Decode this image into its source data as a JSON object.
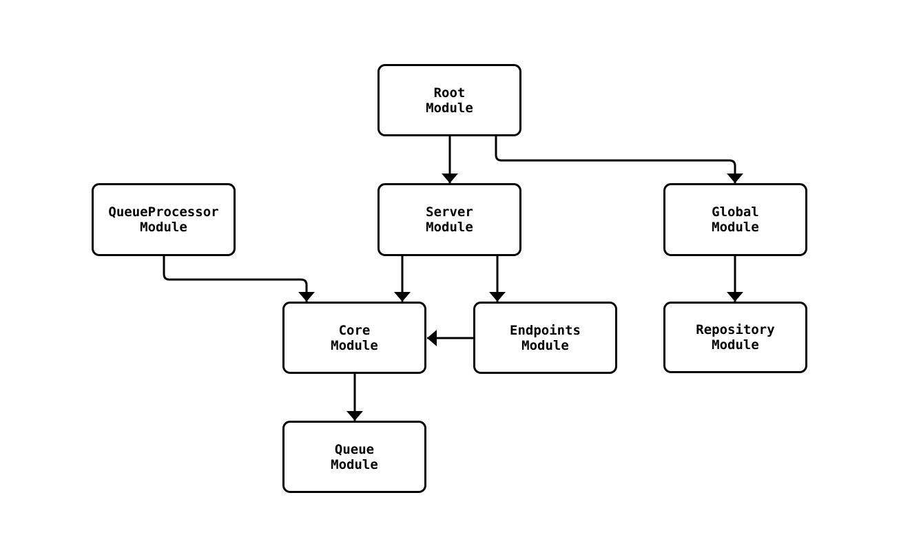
{
  "diagram": {
    "kind": "module-dependency-flowchart",
    "background_color": "#ffffff",
    "node_fill_color": "#ffffff",
    "node_border_color": "#000000",
    "edge_color": "#000000",
    "text_color": "#000000",
    "nodes": {
      "root": {
        "label": "Root\nModule"
      },
      "queue_processor": {
        "label": "QueueProcessor\nModule"
      },
      "server": {
        "label": "Server\nModule"
      },
      "global": {
        "label": "Global\nModule"
      },
      "core": {
        "label": "Core\nModule"
      },
      "endpoints": {
        "label": "Endpoints\nModule"
      },
      "repository": {
        "label": "Repository\nModule"
      },
      "queue": {
        "label": "Queue\nModule"
      }
    },
    "edges": [
      {
        "from": "Root Module",
        "to": "Server Module"
      },
      {
        "from": "Root Module",
        "to": "Global Module"
      },
      {
        "from": "QueueProcessor Module",
        "to": "Core Module"
      },
      {
        "from": "Server Module",
        "to": "Core Module"
      },
      {
        "from": "Server Module",
        "to": "Endpoints Module"
      },
      {
        "from": "Endpoints Module",
        "to": "Core Module"
      },
      {
        "from": "Global Module",
        "to": "Repository Module"
      },
      {
        "from": "Core Module",
        "to": "Queue Module"
      }
    ]
  }
}
